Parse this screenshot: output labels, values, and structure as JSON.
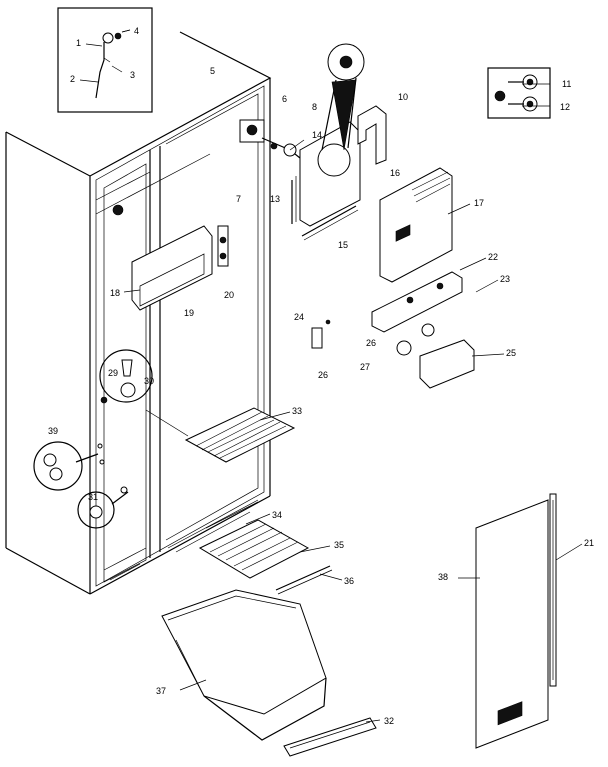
{
  "callouts": [
    {
      "id": "c1",
      "text": "1"
    },
    {
      "id": "c2",
      "text": "2"
    },
    {
      "id": "c3",
      "text": "3"
    },
    {
      "id": "c4",
      "text": "4"
    },
    {
      "id": "c5",
      "text": "5"
    },
    {
      "id": "c6",
      "text": "6"
    },
    {
      "id": "c7",
      "text": "7"
    },
    {
      "id": "c8",
      "text": "8"
    },
    {
      "id": "c10",
      "text": "10"
    },
    {
      "id": "c11",
      "text": "11"
    },
    {
      "id": "c12",
      "text": "12"
    },
    {
      "id": "c13",
      "text": "13"
    },
    {
      "id": "c14",
      "text": "14"
    },
    {
      "id": "c15",
      "text": "15"
    },
    {
      "id": "c16",
      "text": "16"
    },
    {
      "id": "c17",
      "text": "17"
    },
    {
      "id": "c18",
      "text": "18"
    },
    {
      "id": "c19",
      "text": "19"
    },
    {
      "id": "c20",
      "text": "20"
    },
    {
      "id": "c21",
      "text": "21"
    },
    {
      "id": "c22",
      "text": "22"
    },
    {
      "id": "c23",
      "text": "23"
    },
    {
      "id": "c24",
      "text": "24"
    },
    {
      "id": "c25",
      "text": "25"
    },
    {
      "id": "c26a",
      "text": "26"
    },
    {
      "id": "c26b",
      "text": "26"
    },
    {
      "id": "c27",
      "text": "27"
    },
    {
      "id": "c29",
      "text": "29"
    },
    {
      "id": "c30",
      "text": "30"
    },
    {
      "id": "c31",
      "text": "31"
    },
    {
      "id": "c32",
      "text": "32"
    },
    {
      "id": "c33",
      "text": "33"
    },
    {
      "id": "c34",
      "text": "34"
    },
    {
      "id": "c35",
      "text": "35"
    },
    {
      "id": "c36",
      "text": "36"
    },
    {
      "id": "c37",
      "text": "37"
    },
    {
      "id": "c38",
      "text": "38"
    },
    {
      "id": "c39",
      "text": "39"
    }
  ]
}
